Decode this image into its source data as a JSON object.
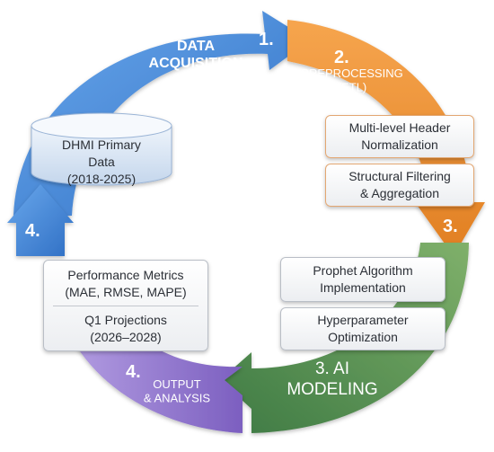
{
  "stages": [
    {
      "number": "1.",
      "title": "DATA\nACQUISITION",
      "color": "#3a7fd1"
    },
    {
      "number": "2.",
      "title": "PREPROCESSING\n(ETL)",
      "color": "#ea8e35"
    },
    {
      "number": "3.",
      "title": "3. AI\nMODELING",
      "color": "#4f8a4d"
    },
    {
      "number": "4.",
      "title": "OUTPUT\n& ANALYSIS",
      "color": "#8e74c8"
    }
  ],
  "left_arrow_number": "4.",
  "source": {
    "label": "DHMI Primary\nData\n(2018-2025)"
  },
  "preprocessing_steps": [
    {
      "label": "Multi-level Header\nNormalization"
    },
    {
      "label": "Structural Filtering\n& Aggregation"
    }
  ],
  "modeling_steps": [
    {
      "label": "Prophet Algorithm\nImplementation"
    },
    {
      "label": "Hyperparameter\nOptimization"
    }
  ],
  "outputs": [
    {
      "label": "Performance Metrics\n(MAE, RMSE, MAPE)"
    },
    {
      "label": "Q1 Projections\n(2026–2028)"
    }
  ]
}
